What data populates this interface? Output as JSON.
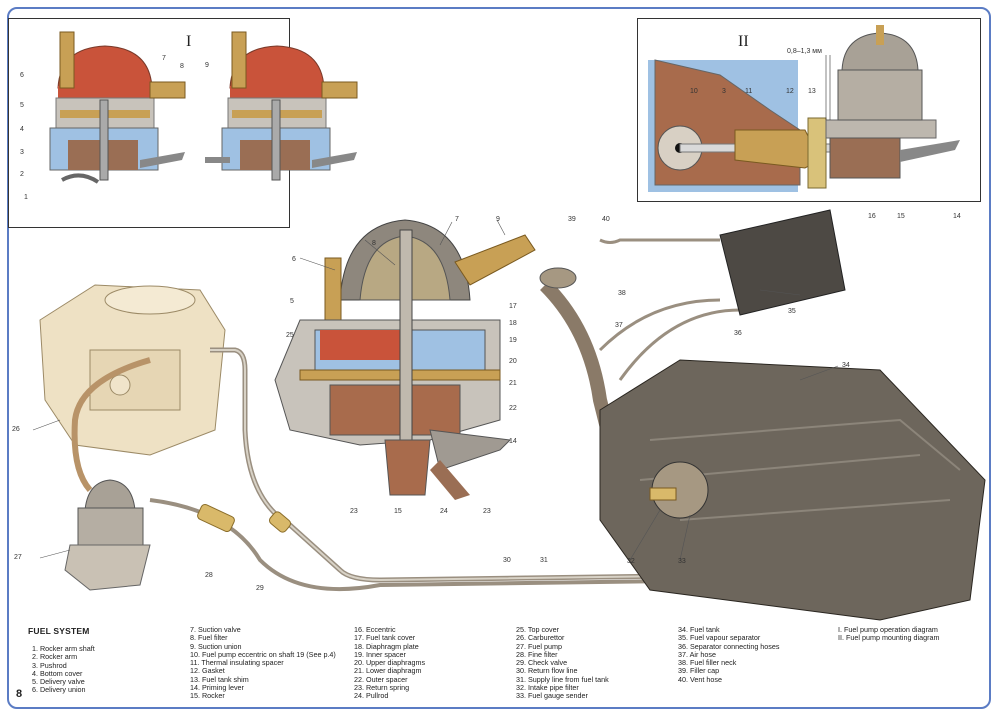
{
  "page": {
    "number": "8",
    "title": "FUEL SYSTEM"
  },
  "insets": {
    "diagram_i": {
      "roman": "I",
      "callouts": [
        "6",
        "7",
        "8",
        "9",
        "5",
        "4",
        "3",
        "2",
        "1"
      ]
    },
    "diagram_ii": {
      "roman": "II",
      "dimension": "0,8–1,3 мм",
      "callouts": [
        "10",
        "3",
        "11",
        "12",
        "13",
        "16",
        "15",
        "14"
      ]
    }
  },
  "main_callouts": [
    "7",
    "9",
    "8",
    "6",
    "5",
    "25",
    "17",
    "18",
    "19",
    "20",
    "21",
    "22",
    "14",
    "23",
    "15",
    "24",
    "23",
    "26",
    "27",
    "28",
    "29",
    "30",
    "31",
    "39",
    "40",
    "38",
    "37",
    "35",
    "36",
    "34",
    "32",
    "33"
  ],
  "legend": {
    "col1": [
      "1. Rocker arm shaft",
      "2. Rocker arm",
      "3. Pushrod",
      "4. Bottom cover",
      "5. Delivery valve",
      "6. Delivery union"
    ],
    "col2": [
      "7. Suction valve",
      "8. Fuel filter",
      "9. Suction union",
      "10. Fuel pump eccentric on shaft 19 (See p.4)",
      "11. Thermal insulating spacer",
      "12. Gasket",
      "13. Fuel tank shim",
      "14. Priming lever",
      "15. Rocker"
    ],
    "col3": [
      "16. Eccentric",
      "17. Fuel tank cover",
      "18. Diaphragm plate",
      "19. Inner  spacer",
      "20. Upper diaphragms",
      "21. Lower diaphragm",
      "22. Outer spacer",
      "23. Return spring",
      "24. Pullrod"
    ],
    "col4": [
      "25. Top cover",
      "26. Carburettor",
      "27. Fuel pump",
      "28. Fine filter",
      "29. Check valve",
      "30. Return flow line",
      "31. Supply line from fuel tank",
      "32. Intake pipe filter",
      "33. Fuel gauge sender"
    ],
    "col5": [
      "34. Fuel tank",
      "35. Fuel vapour separator",
      "36. Separator connecting hoses",
      "37. Air hose",
      "38. Fuel filler neck",
      "39. Filler cap",
      "40. Vent hose"
    ],
    "col6": [
      "I. Fuel pump operation diagram",
      "II. Fuel pump mounting diagram"
    ]
  },
  "colors": {
    "frame": "#5b7cc4",
    "fuel": "#c9533a",
    "metal": "#9a8f80",
    "brass": "#c8a055",
    "tank": "#6d665c",
    "engine": "#a86b4c",
    "coolant": "#9fc1e3"
  }
}
